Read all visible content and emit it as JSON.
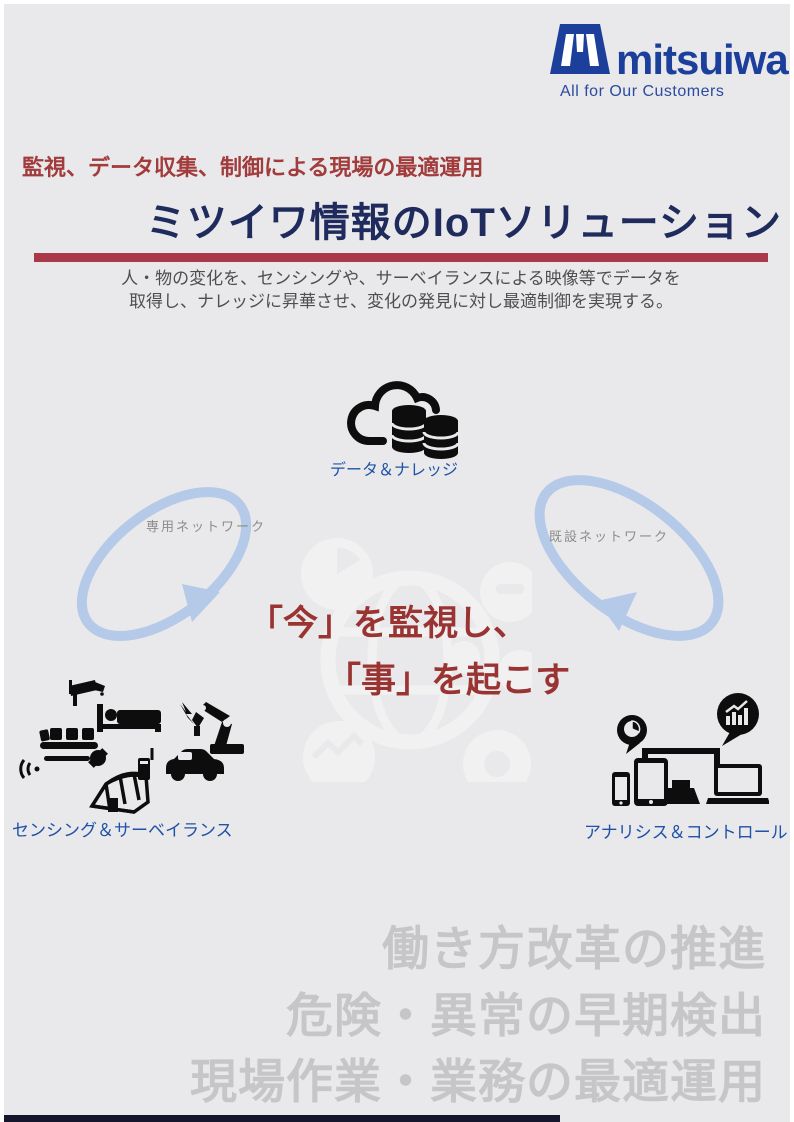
{
  "logo": {
    "name": "mitsuiwa",
    "tagline": "All for Our Customers",
    "color": "#1b3f9b"
  },
  "header": {
    "kicker": "監視、データ収集、制御による現場の最適運用",
    "title": "ミツイワ情報のIoTソリューション",
    "kicker_color": "#a23b3b",
    "title_color": "#1e2b5c",
    "rule_color": "#a9394a"
  },
  "intro": {
    "line1": "人・物の変化を、センシングや、サーベイランスによる映像等でデータを",
    "line2": "取得し、ナレッジに昇華させ、変化の発見に対し最適制御を実現する。"
  },
  "diagram": {
    "cloud_label": "データ＆ナレッジ",
    "left_network_label": "専用ネットワーク",
    "right_network_label": "既設ネットワーク",
    "center_line1": "「今」を監視し、",
    "center_line2": "「事」を起こす",
    "left_cluster_label": "センシング＆サーベイランス",
    "right_cluster_label": "アナリシス＆コントロール",
    "arrow_color": "#b5c9e8",
    "accent_red": "#9a3433",
    "label_blue": "#1f52a8"
  },
  "benefits": {
    "lines": [
      "働き方改革の推進",
      "危険・異常の早期検出",
      "現場作業・業務の最適運用"
    ],
    "color": "#c6c6c8"
  }
}
